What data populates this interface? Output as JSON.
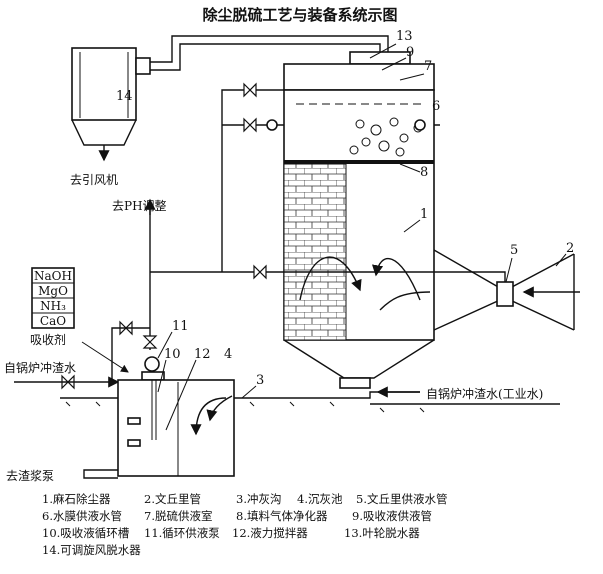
{
  "title": "除尘脱硫工艺与装备系统示图",
  "labels": {
    "to_fan": "去引风机",
    "to_ph": "去PH调整",
    "absorbent": "吸收剂",
    "boiler_water_left": "自锅炉冲渣水",
    "boiler_water_right": "自锅炉冲渣水(工业水)",
    "to_slurry_pump": "去渣浆泵"
  },
  "chemicals": [
    "NaOH",
    "MgO",
    "NH₃",
    "CaO"
  ],
  "numbers": [
    "1",
    "2",
    "3",
    "4",
    "5",
    "6",
    "7",
    "8",
    "9",
    "10",
    "11",
    "12",
    "13",
    "14"
  ],
  "legend": [
    [
      "1.麻石除尘器",
      "2.文丘里管",
      "3.冲灰沟",
      "4.沉灰池",
      "5.文丘里供液水管"
    ],
    [
      "6.水膜供液水管",
      "7.脱硫供液室",
      "8.填料气体净化器",
      "9.吸收液供液管"
    ],
    [
      "10.吸收液循环槽",
      "11.循环供液泵",
      "12.液力搅拌器",
      "13.叶轮脱水器"
    ],
    [
      "14.可调旋风脱水器"
    ]
  ]
}
